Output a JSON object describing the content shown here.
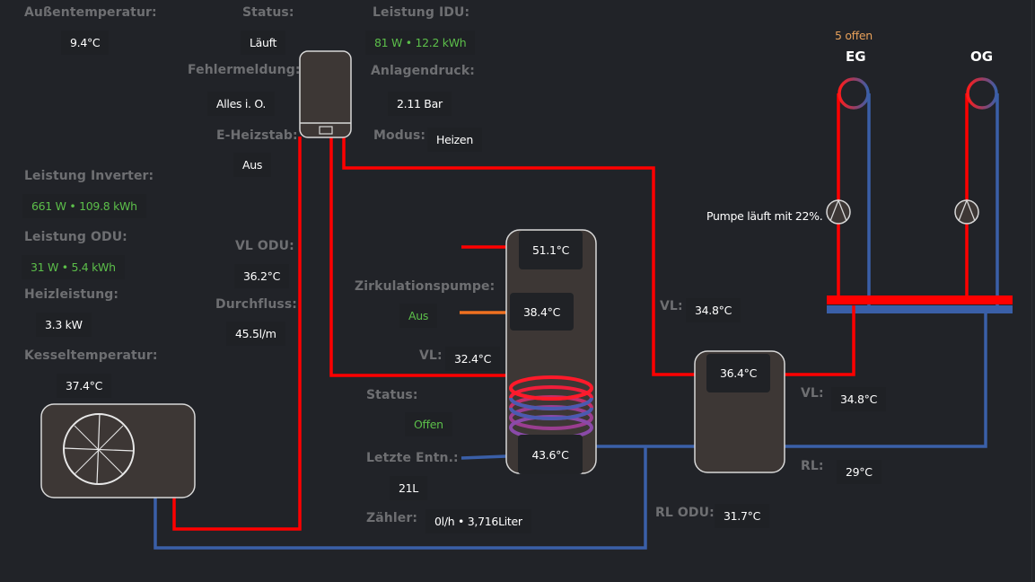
{
  "outdoor": {
    "label": "Außentemperatur:",
    "value": "9.4°C"
  },
  "idu_status": {
    "label": "Status:",
    "value": "Läuft"
  },
  "error": {
    "label": "Fehlermeldung:",
    "value": "Alles i. O."
  },
  "heater_rod": {
    "label": "E-Heizstab:",
    "value": "Aus"
  },
  "power_idu": {
    "label": "Leistung IDU:",
    "value": "81 W • 12.2 kWh"
  },
  "pressure": {
    "label": "Anlagendruck:",
    "value": "2.11 Bar"
  },
  "mode": {
    "label": "Modus:",
    "value": "Heizen"
  },
  "power_inverter": {
    "label": "Leistung Inverter:",
    "value": "661 W • 109.8 kWh"
  },
  "power_odu": {
    "label": "Leistung ODU:",
    "value": "31 W • 5.4 kWh"
  },
  "heating_power": {
    "label": "Heizleistung:",
    "value": "3.3 kW"
  },
  "boiler_temp": {
    "label": "Kesseltemperatur:",
    "value": "37.4°C"
  },
  "vl_odu": {
    "label": "VL ODU:",
    "value": "36.2°C"
  },
  "flow": {
    "label": "Durchfluss:",
    "value": "45.5l/m"
  },
  "tank": {
    "top_temp": "51.1°C",
    "mid_temp": "38.4°C",
    "bottom_temp": "43.6°C"
  },
  "circulation_pump": {
    "label": "Zirkulationspumpe:",
    "value": "Aus"
  },
  "tank_vl": {
    "label": "VL:",
    "value": "32.4°C"
  },
  "valve_status": {
    "label": "Status:",
    "value": "Offen"
  },
  "last_draw": {
    "label": "Letzte Entn.:",
    "value": "21L"
  },
  "meter": {
    "label": "Zähler:",
    "value": "0l/h • 3,716Liter"
  },
  "buffer": {
    "temp": "36.4°C"
  },
  "vl_top": {
    "label": "VL:",
    "value": "34.8°C"
  },
  "vl_right": {
    "label": "VL:",
    "value": "34.8°C"
  },
  "rl_right": {
    "label": "RL:",
    "value": "29°C"
  },
  "rl_odu": {
    "label": "RL ODU:",
    "value": "31.7°C"
  },
  "circuits": {
    "open_count": "5 offen",
    "eg_label": "EG",
    "og_label": "OG",
    "pump_status": "Pumpe läuft mit 22%."
  },
  "colors": {
    "background": "#212328",
    "hot_pipe": "#ff0000",
    "cold_pipe": "#3a5fa8",
    "circulation_pipe": "#f07020",
    "label_gray": "#6e6f72",
    "value_green": "#5cbf4a",
    "value_orange": "#e7a05a",
    "device_fill": "#3d3735"
  }
}
